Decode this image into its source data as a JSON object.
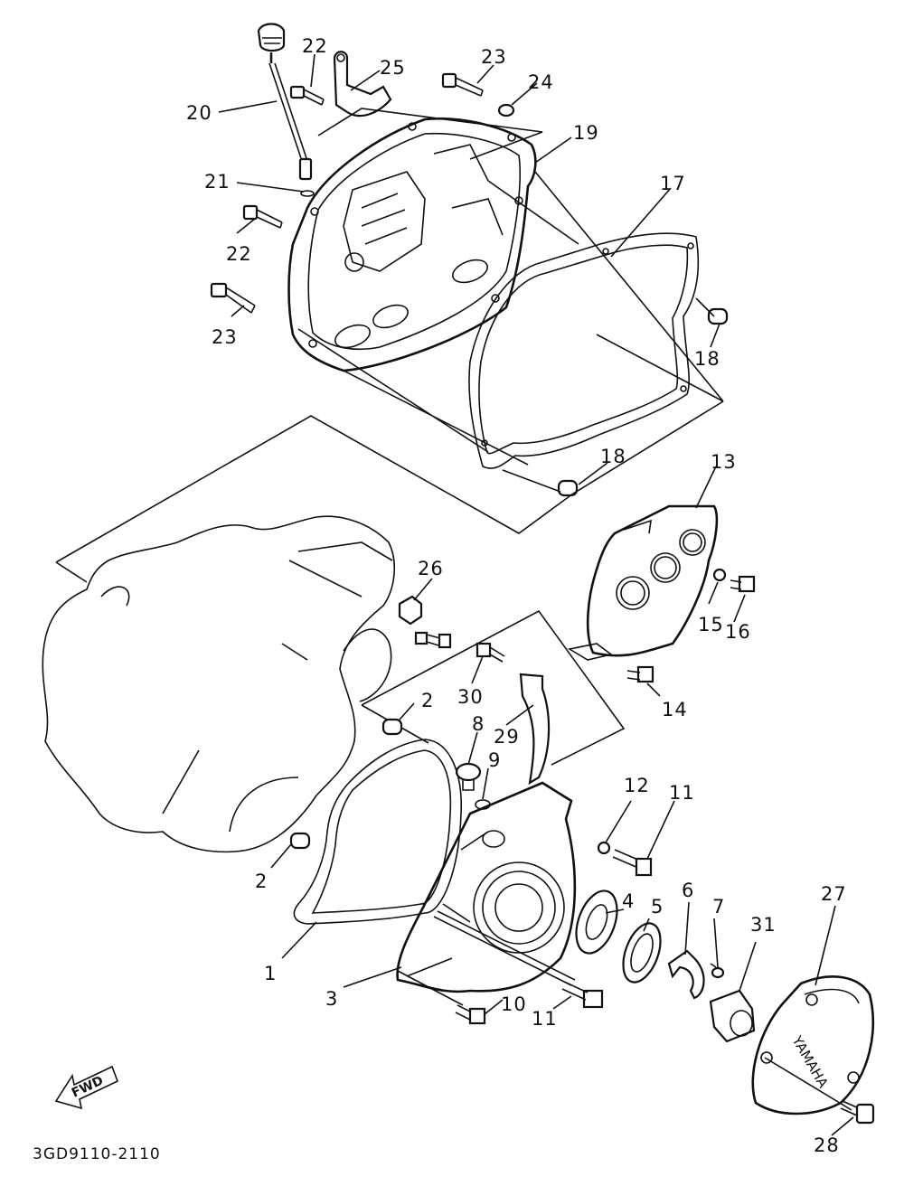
{
  "diagram": {
    "drawing_code": "3GD9110-2110",
    "fwd_label": "FWD",
    "brand_mark": "YAMAHA",
    "callouts": [
      {
        "id": "c20",
        "label": "20"
      },
      {
        "id": "c22a",
        "label": "22"
      },
      {
        "id": "c25",
        "label": "25"
      },
      {
        "id": "c23a",
        "label": "23"
      },
      {
        "id": "c24",
        "label": "24"
      },
      {
        "id": "c19",
        "label": "19"
      },
      {
        "id": "c21",
        "label": "21"
      },
      {
        "id": "c22b",
        "label": "22"
      },
      {
        "id": "c17",
        "label": "17"
      },
      {
        "id": "c23b",
        "label": "23"
      },
      {
        "id": "c18a",
        "label": "18"
      },
      {
        "id": "c18b",
        "label": "18"
      },
      {
        "id": "c13",
        "label": "13"
      },
      {
        "id": "c26",
        "label": "26"
      },
      {
        "id": "c15",
        "label": "15"
      },
      {
        "id": "c16",
        "label": "16"
      },
      {
        "id": "c30",
        "label": "30"
      },
      {
        "id": "c2a",
        "label": "2"
      },
      {
        "id": "c14",
        "label": "14"
      },
      {
        "id": "c8",
        "label": "8"
      },
      {
        "id": "c29",
        "label": "29"
      },
      {
        "id": "c9",
        "label": "9"
      },
      {
        "id": "c12",
        "label": "12"
      },
      {
        "id": "c11a",
        "label": "11"
      },
      {
        "id": "c2b",
        "label": "2"
      },
      {
        "id": "c4",
        "label": "4"
      },
      {
        "id": "c5",
        "label": "5"
      },
      {
        "id": "c6",
        "label": "6"
      },
      {
        "id": "c7",
        "label": "7"
      },
      {
        "id": "c31",
        "label": "31"
      },
      {
        "id": "c27",
        "label": "27"
      },
      {
        "id": "c1",
        "label": "1"
      },
      {
        "id": "c3",
        "label": "3"
      },
      {
        "id": "c10",
        "label": "10"
      },
      {
        "id": "c11b",
        "label": "11"
      },
      {
        "id": "c28",
        "label": "28"
      }
    ]
  }
}
